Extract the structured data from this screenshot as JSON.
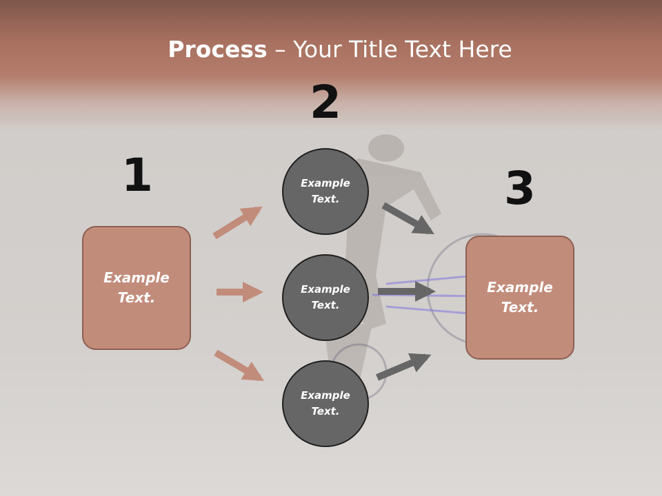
{
  "title": {
    "bold": "Process",
    "rest": " – Your Title Text Here"
  },
  "steps": [
    {
      "number": "1",
      "box_text": "Example Text."
    },
    {
      "number": "2",
      "circles": [
        "Example Text.",
        "Example Text.",
        "Example Text."
      ]
    },
    {
      "number": "3",
      "box_text": "Example Text."
    }
  ],
  "colors": {
    "box_fill": "#c28c7b",
    "circle_fill": "#666666",
    "arrow_pink": "#c28c7b",
    "arrow_gray": "#666666"
  }
}
